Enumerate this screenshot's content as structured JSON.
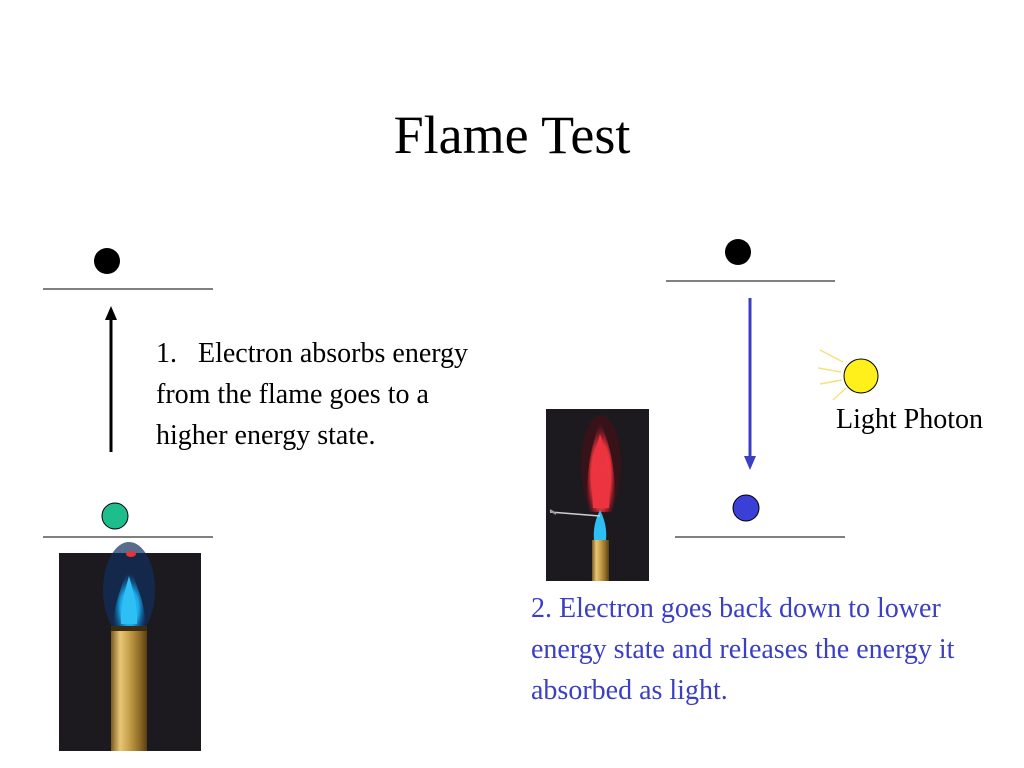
{
  "title": "Flame Test",
  "step1": {
    "number": "1.",
    "text": "Electron absorbs energy from the flame goes to a higher energy state."
  },
  "step2": {
    "text": "2. Electron goes back down to lower energy state and releases the energy it absorbed as light."
  },
  "photon_label": "Light Photon",
  "colors": {
    "electron_dark": "#000000",
    "electron_ground_left": "#1dbd8c",
    "electron_ground_right": "#3a3fd6",
    "photon_fill": "#ffef1a",
    "photon_rays": "#f3e37a",
    "down_arrow": "#3a3fc4",
    "step2_text": "#3a3fc4",
    "photo_background": "#1c1a1f",
    "flame_blue": "#1aa6e8",
    "flame_red": "#e8323c",
    "burner_tube": "#c8a04a"
  },
  "icons": {
    "up_arrow": "arrow-up-icon",
    "down_arrow": "arrow-down-icon",
    "photon": "sun-icon"
  }
}
